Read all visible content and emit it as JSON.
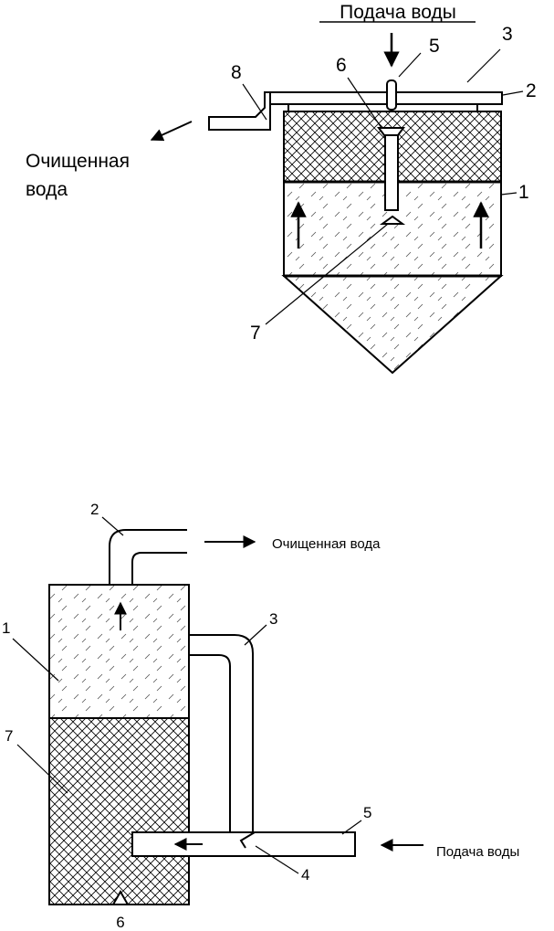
{
  "top_figure": {
    "water_supply_label": "Подача воды",
    "treated_water_line1": "Очищенная",
    "treated_water_line2": "вода",
    "callouts": {
      "n1": "1",
      "n2": "2",
      "n3": "3",
      "n5": "5",
      "n6": "6",
      "n7": "7",
      "n8": "8"
    }
  },
  "bottom_figure": {
    "treated_water_label": "Очищенная вода",
    "water_supply_label": "Подача воды",
    "callouts": {
      "n1": "1",
      "n2": "2",
      "n3": "3",
      "n4": "4",
      "n5": "5",
      "n6": "6",
      "n7": "7"
    }
  },
  "colors": {
    "ink": "#000000",
    "paper": "#ffffff"
  }
}
